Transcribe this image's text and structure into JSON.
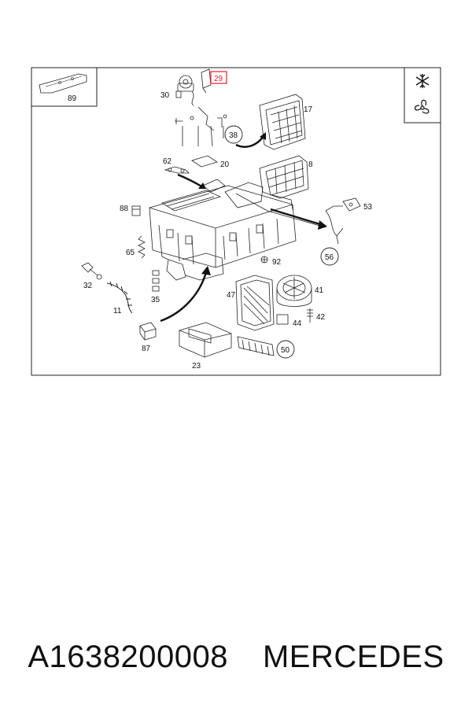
{
  "labels": {
    "p89": "89",
    "p29": "29",
    "p30": "30",
    "p17": "17",
    "p38": "38",
    "p62": "62",
    "p20": "20",
    "p8": "8",
    "p88": "88",
    "p53": "53",
    "p65": "65",
    "p56": "56",
    "p92": "92",
    "p32": "32",
    "p35": "35",
    "p47": "47",
    "p41": "41",
    "p11": "11",
    "p44": "44",
    "p42": "42",
    "p87": "87",
    "p50": "50",
    "p23": "23"
  },
  "icons": {
    "top": "snowflake-icon",
    "bottom": "fan-icon"
  },
  "highlight_color": "#e8202a",
  "caption": {
    "part_number": "A1638200008",
    "brand": "MERCEDES"
  }
}
